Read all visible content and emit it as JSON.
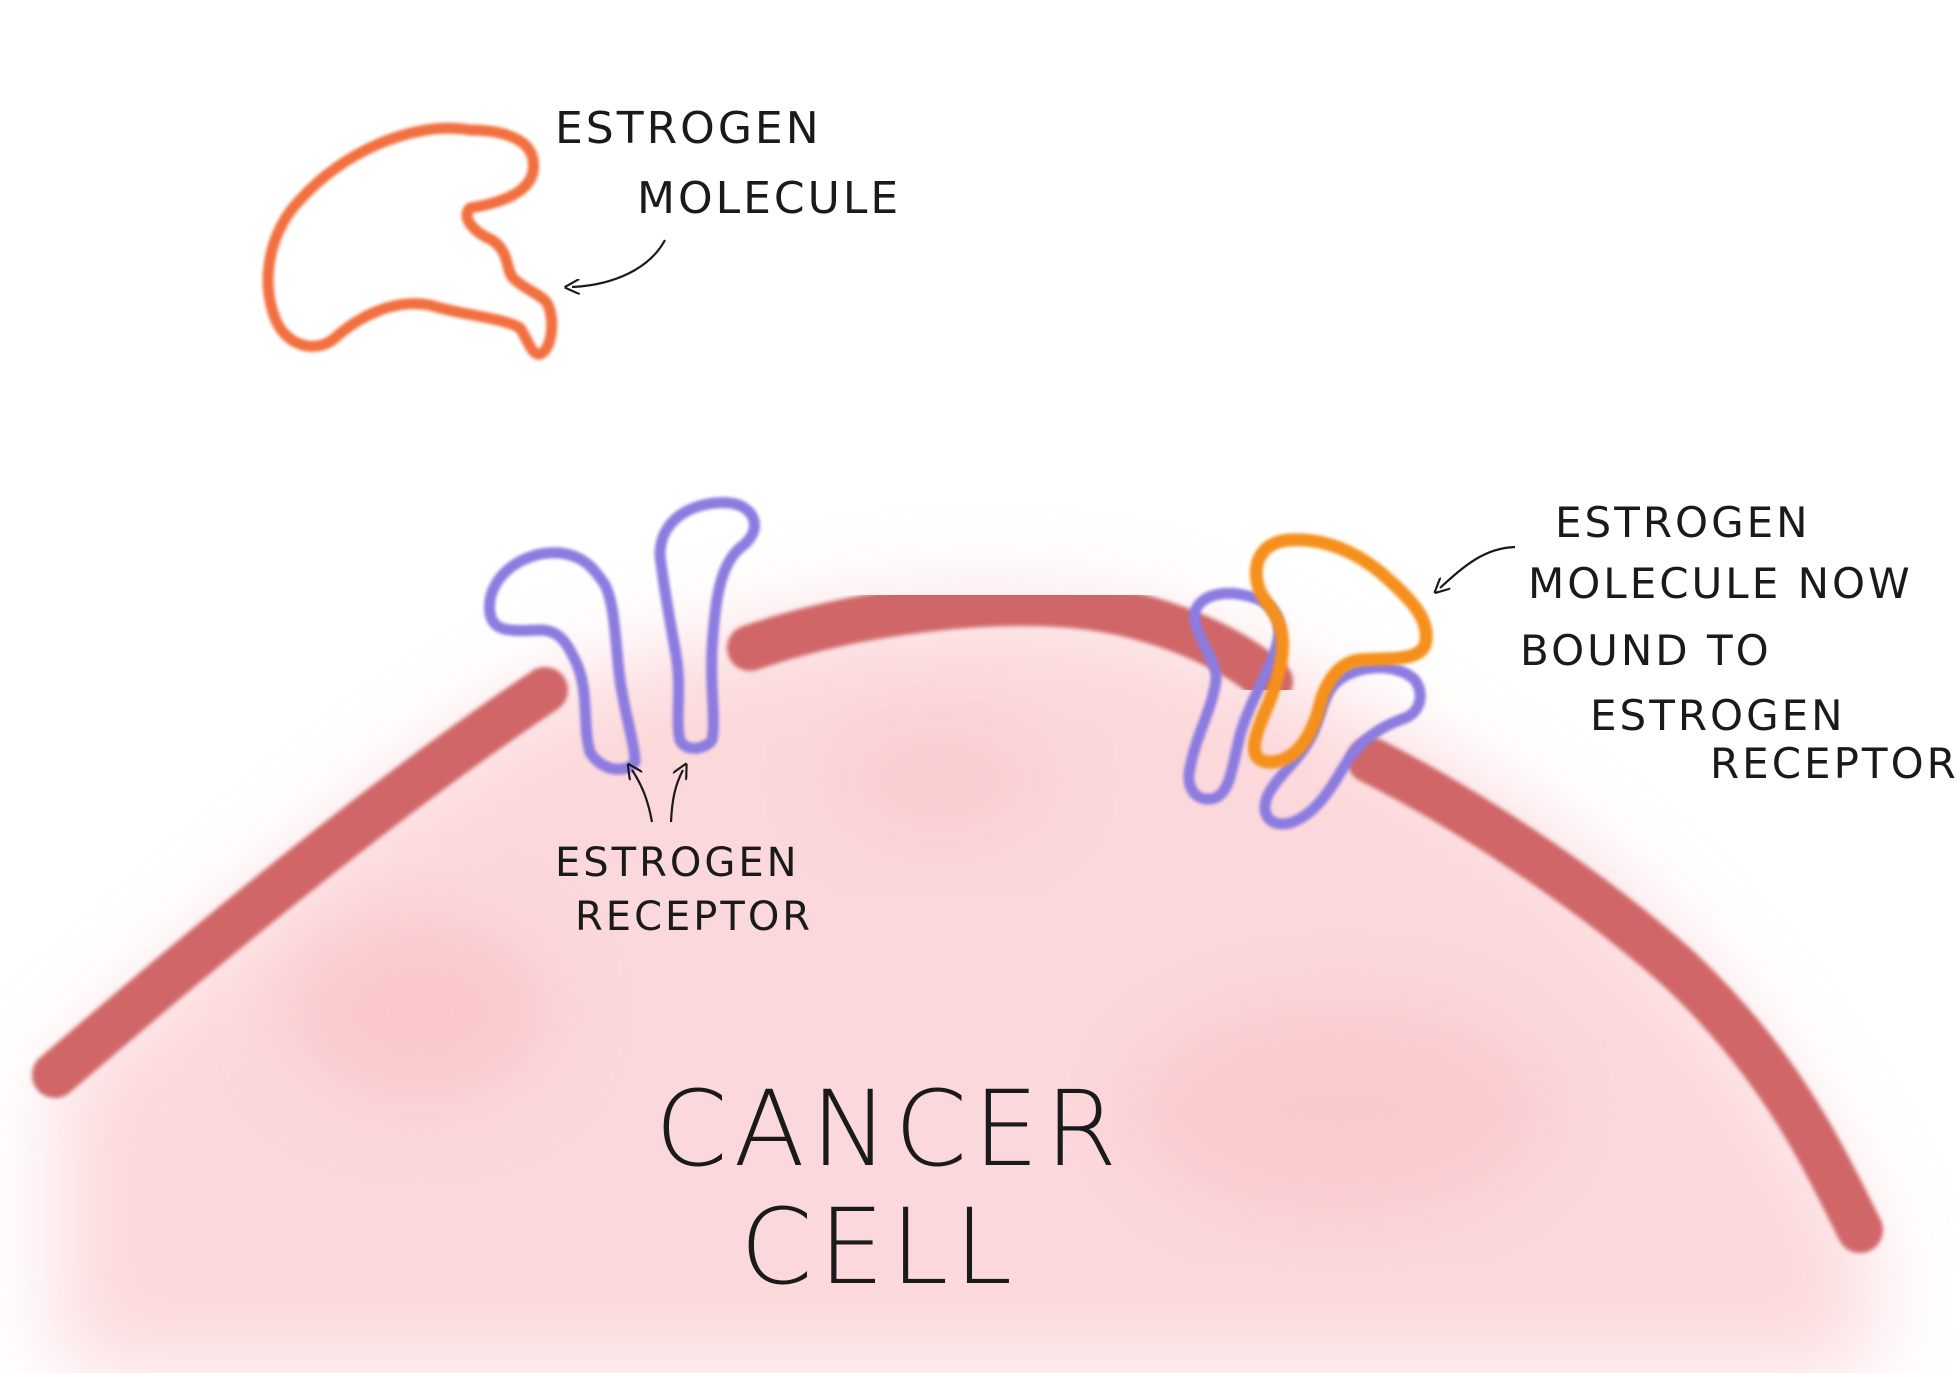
{
  "labels": {
    "molecule_line1": "ESTROGEN",
    "molecule_line2": "MOLECULE",
    "receptor_line1": "ESTROGEN",
    "receptor_line2": "RECEPTOR",
    "bound_line1": "ESTROGEN",
    "bound_line2": "MOLECULE NOW",
    "bound_line3": "BOUND TO",
    "bound_line4": "ESTROGEN",
    "bound_line5": "RECEPTOR",
    "cell_line1": "CANCER",
    "cell_line2": "CELL"
  },
  "colors": {
    "background": "#ffffff",
    "cell_interior": "#f9b9be",
    "membrane": "#d06668",
    "receptor": "#8c7ce0",
    "estrogen_free": "#f2703f",
    "estrogen_bound": "#f5901d",
    "ink": "#1a1a1a"
  }
}
